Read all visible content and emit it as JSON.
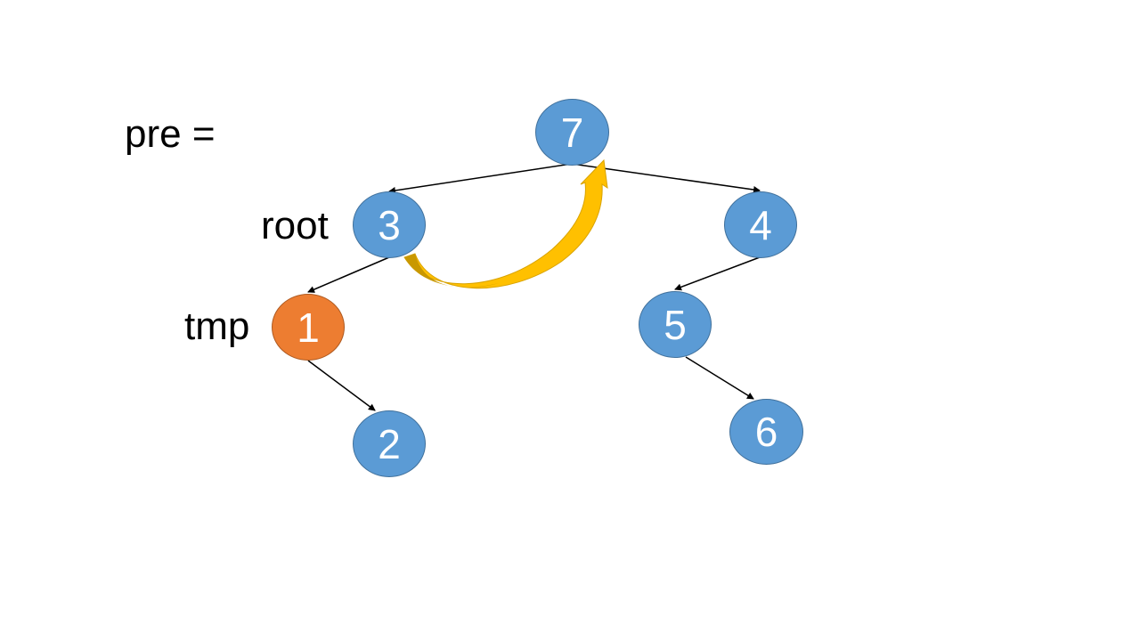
{
  "labels": {
    "pre": "pre =",
    "root": "root",
    "tmp": "tmp"
  },
  "nodes": {
    "n7": "7",
    "n3": "3",
    "n4": "4",
    "n1": "1",
    "n5": "5",
    "n2": "2",
    "n6": "6"
  },
  "colors": {
    "node_default": "#5b9bd5",
    "node_highlight": "#ed7d31",
    "curved_arrow": "#ffc000",
    "edge": "#000000",
    "text": "#000000",
    "node_text": "#ffffff"
  }
}
